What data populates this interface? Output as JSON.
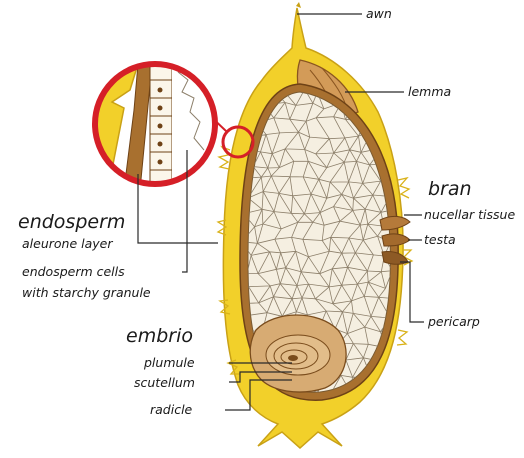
{
  "labels": {
    "awn": "awn",
    "lemma": "lemma",
    "bran": "bran",
    "nucellar_tissue": "nucellar tissue",
    "testa": "testa",
    "pericarp": "pericarp",
    "endosperm": "endosperm",
    "aleurone_layer": "aleurone layer",
    "endosperm_cells_line1": "endosperm cells",
    "endosperm_cells_line2": "with starchy granule",
    "embrio": "embrio",
    "plumule": "plumule",
    "scutellum": "scutellum",
    "radicle": "radicle"
  },
  "colors": {
    "husk_yellow": "#f2d02a",
    "husk_outline": "#c9a116",
    "bran_brown": "#a8702f",
    "bran_dark": "#6e4216",
    "endosperm_fill": "#f5efe1",
    "cell_lines": "#8c7f6a",
    "embryo_tan": "#d7ab73",
    "magnifier_red": "#d51f27",
    "leader_lines": "#2a2a2a"
  }
}
